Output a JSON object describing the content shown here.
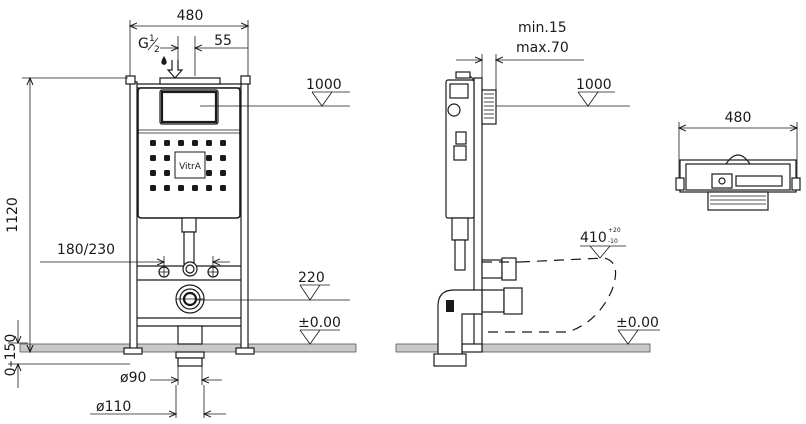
{
  "front_view": {
    "width_label": "480",
    "inlet_label_main": "G",
    "inlet_label_fraction_num": "1",
    "inlet_label_fraction_den": "2",
    "inlet_offset_label": "55",
    "height_label": "1120",
    "top_level_label": "1000",
    "connection_span_label": "180/230",
    "outlet_level_label": "220",
    "floor_level_label": "±0.00",
    "base_height_label": "0–150",
    "pipe_90_label": "ø90",
    "pipe_110_label": "ø110",
    "panel_brand": "VitrA"
  },
  "side_view": {
    "min_label": "min.15",
    "max_label": "max.70",
    "top_level_label": "1000",
    "wc_depth_main": "410",
    "wc_depth_sup": "+20",
    "wc_depth_sub": "-10",
    "floor_level_label": "±0.00"
  },
  "top_view": {
    "width_label": "480"
  }
}
